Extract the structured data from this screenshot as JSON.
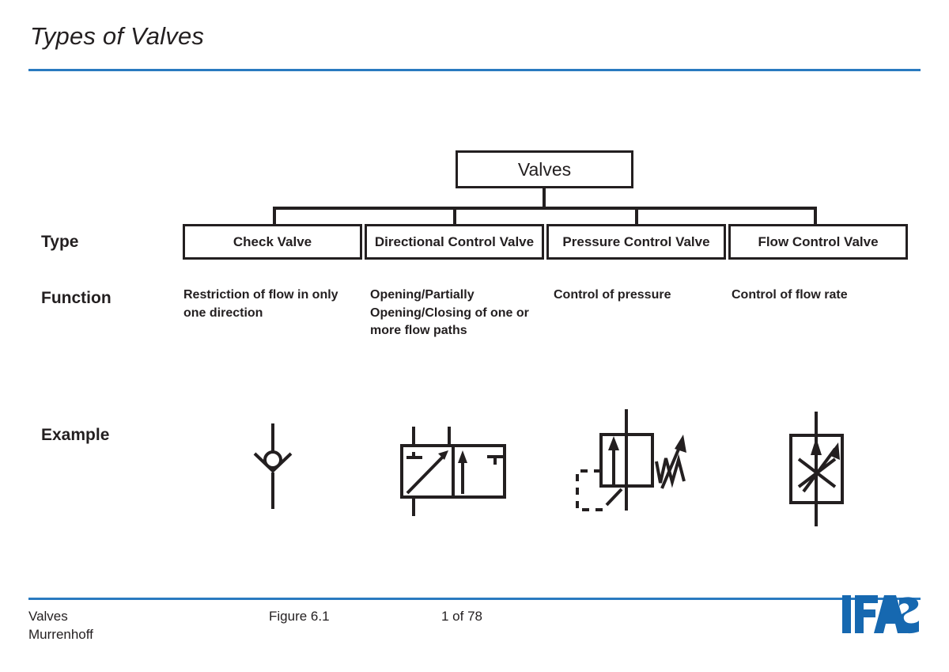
{
  "slide": {
    "title": "Types of Valves",
    "accent_color": "#2a7ac0",
    "ink_color": "#231f20",
    "background": "#ffffff"
  },
  "row_labels": {
    "type": "Type",
    "function": "Function",
    "example": "Example"
  },
  "tree": {
    "root": "Valves",
    "nodes": [
      {
        "type": "Check Valve",
        "function": "Restriction of flow in only one direction",
        "example_icon": "check-valve-symbol"
      },
      {
        "type": "Directional Control Valve",
        "function": "Opening/Partially Opening/Closing of one or more flow paths",
        "example_icon": "directional-control-valve-symbol"
      },
      {
        "type": "Pressure Control Valve",
        "function": "Control of pressure",
        "example_icon": "pressure-control-valve-symbol"
      },
      {
        "type": "Flow Control Valve",
        "function": "Control of flow rate",
        "example_icon": "flow-control-valve-symbol"
      }
    ]
  },
  "footer": {
    "left": "Valves\nMurrenhoff",
    "figure": "Figure 6.1",
    "page": "1 of 78",
    "logo": "ifas-logo",
    "logo_text": "IFAS",
    "logo_color": "#1668b0"
  }
}
